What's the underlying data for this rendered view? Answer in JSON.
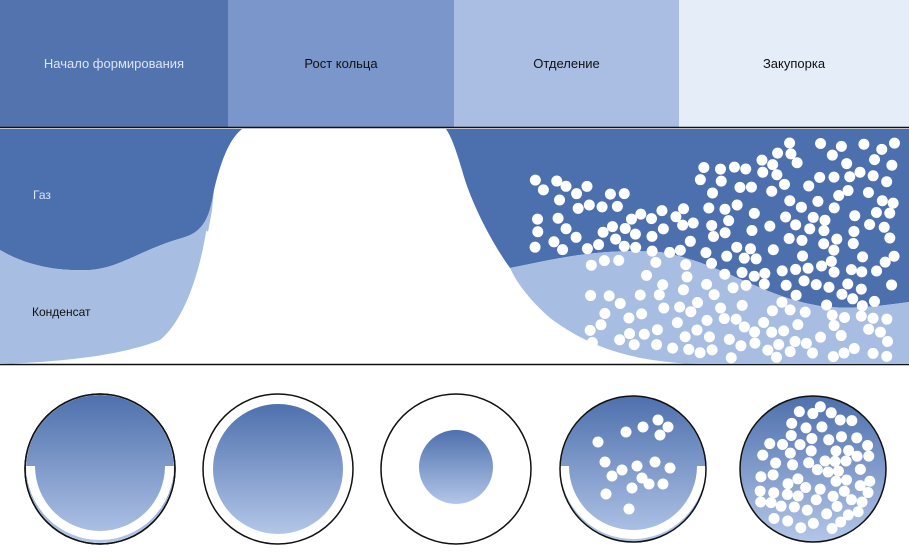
{
  "stages": [
    {
      "label": "Начало формирования",
      "color": "#5273ae",
      "text_color": "#dce5f5"
    },
    {
      "label": "Рост кольца",
      "color": "#7b96ca",
      "text_color": "#111111"
    },
    {
      "label": "Отделение",
      "color": "#a9bee2",
      "text_color": "#111111"
    },
    {
      "label": "Закупорка",
      "color": "#e4edf8",
      "text_color": "#111111"
    }
  ],
  "labels": {
    "gas": "Газ",
    "condensate": "Конденсат"
  },
  "colors": {
    "gas": "#4c6fae",
    "condensate": "#a8bde2",
    "pipe_top": "#4e70ad",
    "pipe_bottom": "#b3c6e8",
    "droplet": "#ffffff",
    "outline": "#111111"
  },
  "cross_sections": [
    {
      "name": "initial-formation",
      "state": "bottom liquid film"
    },
    {
      "name": "ring-growth",
      "state": "annular film"
    },
    {
      "name": "separation",
      "state": "detached core"
    },
    {
      "name": "blockage",
      "state": "droplets with bottom film"
    },
    {
      "name": "full-blockage",
      "state": "droplets filling cross-section"
    }
  ]
}
